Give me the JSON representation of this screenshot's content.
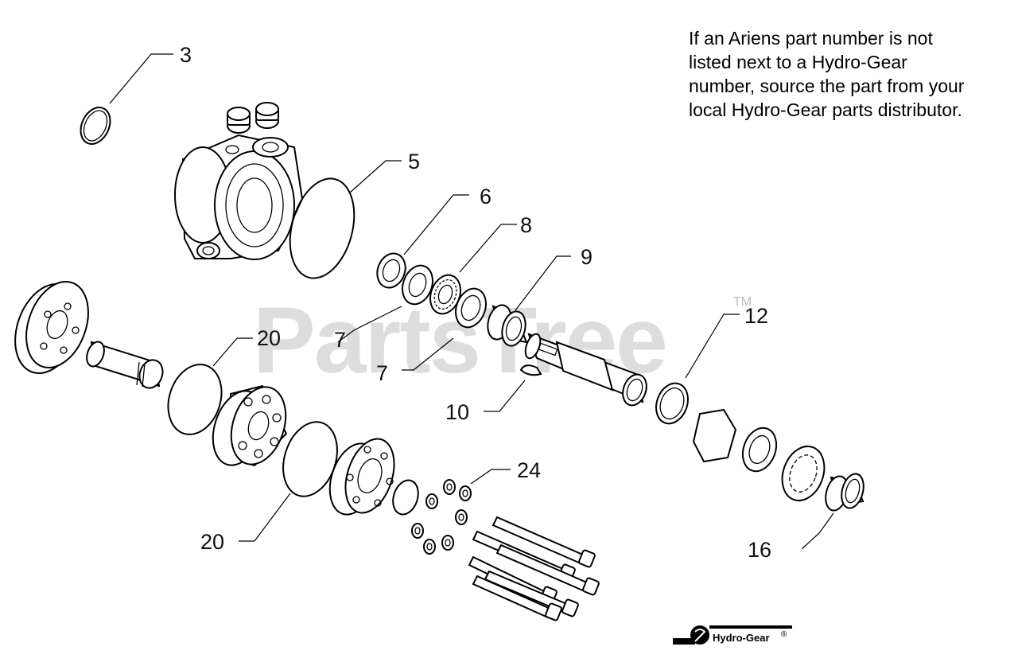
{
  "note": {
    "text": "If an Ariens part number is not\nlisted next to a Hydro-Gear\nnumber, source the part from your\nlocal Hydro-Gear parts distributor."
  },
  "watermark": {
    "text": "PartsTree",
    "tm": "TM"
  },
  "logo": {
    "text": "Hydro-Gear",
    "registered": "®"
  },
  "callouts": {
    "c3": "3",
    "c5": "5",
    "c6": "6",
    "c7a": "7",
    "c7b": "7",
    "c8": "8",
    "c9": "9",
    "c10": "10",
    "c12": "12",
    "c16": "16",
    "c20a": "20",
    "c20b": "20",
    "c24": "24"
  }
}
